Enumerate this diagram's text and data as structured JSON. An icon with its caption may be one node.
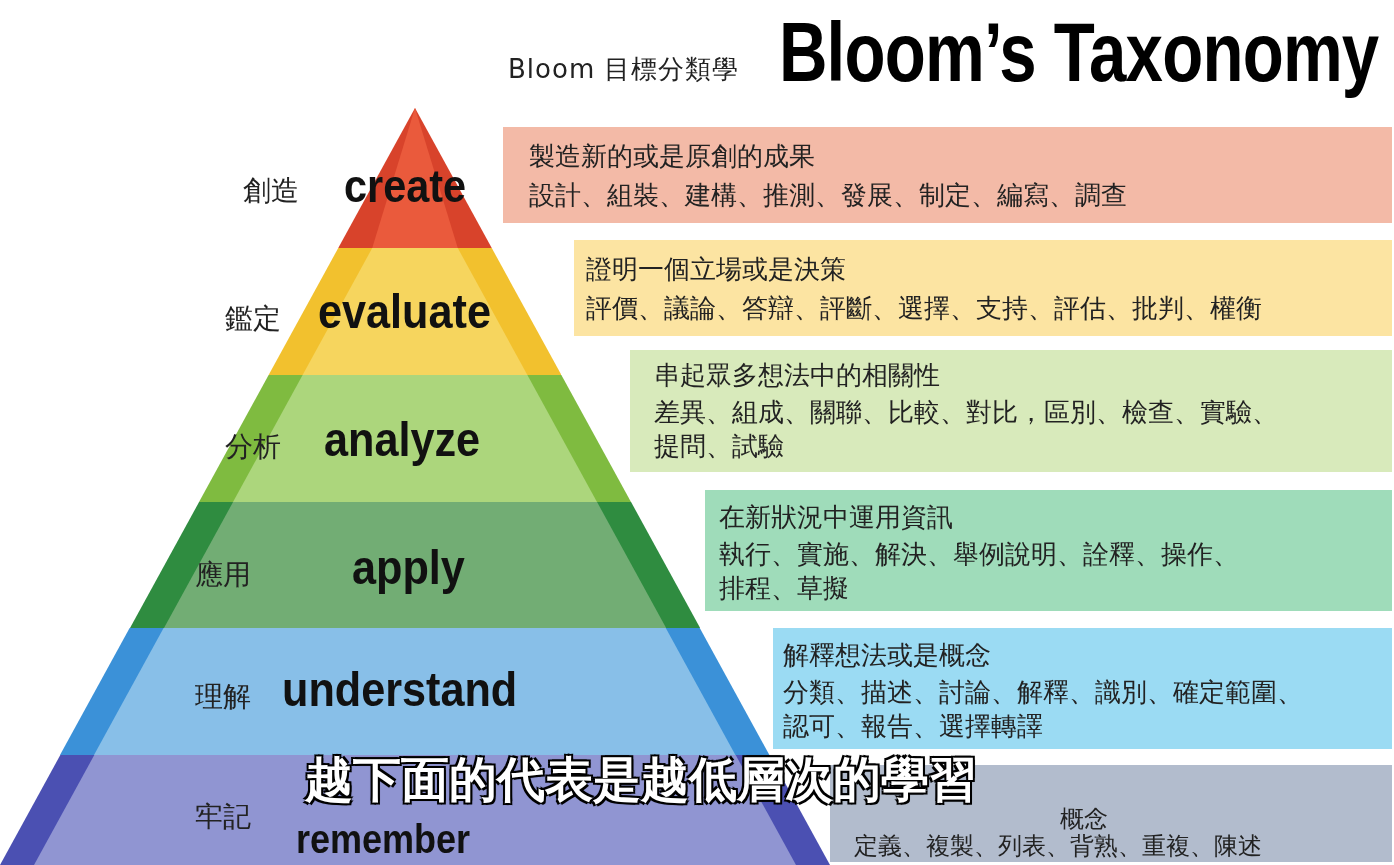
{
  "diagram": {
    "title": "Bloom’s Taxonomy",
    "nodes": [
      {
        "text": [
          "創造",
          "create"
        ]
      },
      {
        "text": [
          "鑑定",
          "evaluate"
        ]
      },
      {
        "text": [
          "分析",
          "analyze"
        ]
      },
      {
        "text": [
          "應用",
          "apply"
        ]
      },
      {
        "text": [
          "理解",
          "understand"
        ]
      },
      {
        "text": [
          "牢記",
          "remember"
        ]
      },
      {
        "text": [
          "製造新的或是原創的成果",
          "設計、組裝、建構、推測、發展、制定、編寫、調查"
        ]
      },
      {
        "text": [
          "證明一個立場或是決策",
          "評價、議論、答辯、評斷、選擇、支持、評估、批判、權衡"
        ]
      },
      {
        "text": [
          "串起眾多想法中的相關性",
          "差異、組成、關聯、比較、對比，區別、檢查、實驗、提問、試驗"
        ]
      },
      {
        "text": [
          "在新狀況中運用資訊",
          "執行、實施、解決、舉例說明、詮釋、操作、排程、草擬"
        ]
      },
      {
        "text": [
          "解釋想法或是概念",
          "分類、描述、討論、解釋、識別、確定範圍、認可、報告、選擇轉譯"
        ]
      },
      {
        "text": [
          "概念",
          "定義、複製、列表、背熟、重複、陳述"
        ]
      }
    ],
    "labels": [
      "Bloom 目標分類學",
      "越下面的代表是越低層次的學習"
    ]
  }
}
